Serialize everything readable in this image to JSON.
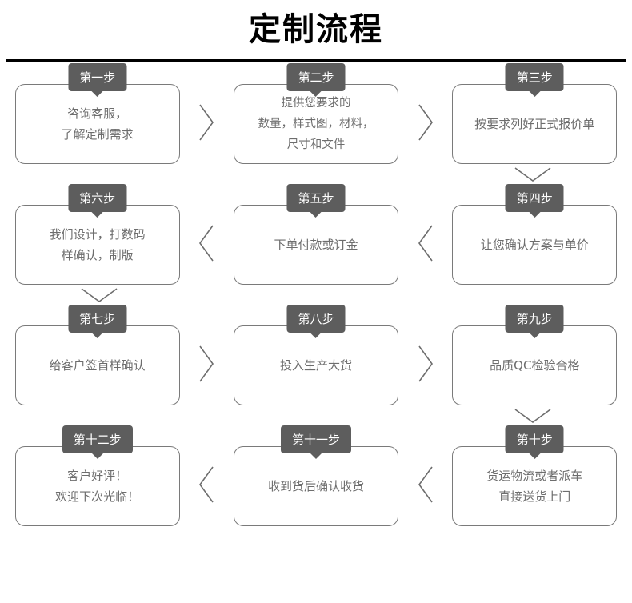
{
  "header": {
    "title": "定制流程"
  },
  "icons": {
    "chevron_right": "chevron-right-icon",
    "chevron_left": "chevron-left-icon",
    "chevron_down": "chevron-down-icon"
  },
  "colors": {
    "badge_background": "#5d5d5d",
    "badge_text": "#ffffff",
    "box_border": "#7a7a7a",
    "box_text": "#6d6d6d",
    "title_text": "#000000",
    "rule": "#000000",
    "page_background": "#ffffff"
  },
  "flow": {
    "rows": [
      {
        "direction": "left-to-right",
        "steps": [
          {
            "badge": "第一步",
            "text": "咨询客服，\n了解定制需求"
          },
          {
            "badge": "第二步",
            "text": "提供您要求的\n数量，样式图，材料，\n尺寸和文件"
          },
          {
            "badge": "第三步",
            "text": "按要求列好正式报价单"
          }
        ]
      },
      {
        "direction": "right-to-left",
        "steps": [
          {
            "badge": "第四步",
            "text": "让您确认方案与单价"
          },
          {
            "badge": "第五步",
            "text": "下单付款或订金"
          },
          {
            "badge": "第六步",
            "text": "我们设计，打数码\n样确认，制版"
          }
        ]
      },
      {
        "direction": "left-to-right",
        "steps": [
          {
            "badge": "第七步",
            "text": "给客户签首样确认"
          },
          {
            "badge": "第八步",
            "text": "投入生产大货"
          },
          {
            "badge": "第九步",
            "text": "品质QC检验合格"
          }
        ]
      },
      {
        "direction": "right-to-left",
        "steps": [
          {
            "badge": "第十步",
            "text": "货运物流或者派车\n直接送货上门"
          },
          {
            "badge": "第十一步",
            "text": "收到货后确认收货"
          },
          {
            "badge": "第十二步",
            "text": "客户好评！\n欢迎下次光临！"
          }
        ]
      }
    ]
  }
}
